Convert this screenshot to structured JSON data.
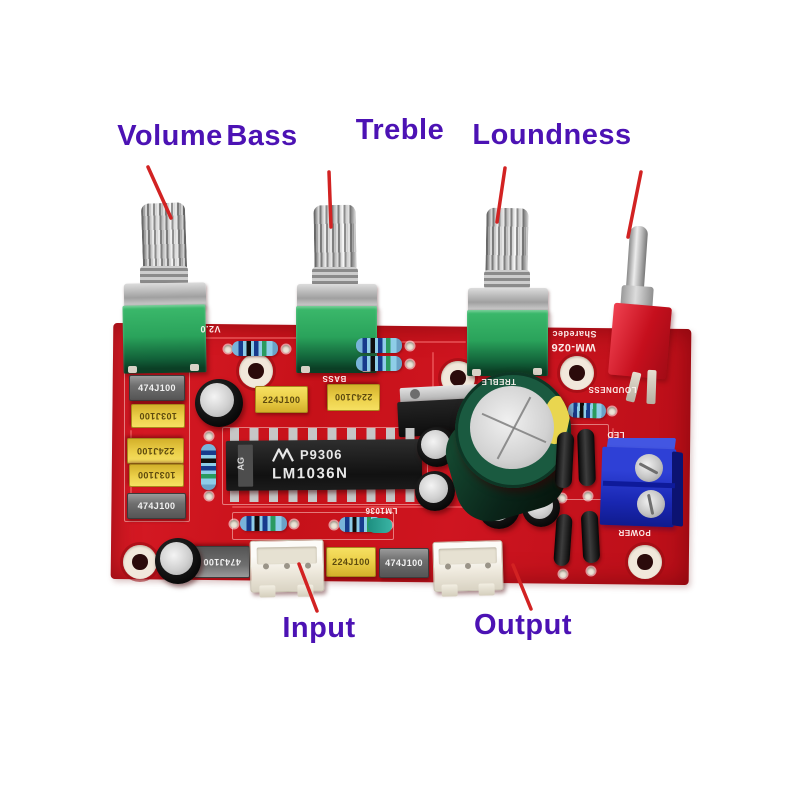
{
  "annotations": {
    "label_color": "#4c12b4",
    "arrow_color": "#d22222",
    "volume": "Volume",
    "bass": "Bass",
    "treble": "Treble",
    "loudness": "Loundness",
    "input": "Input",
    "output": "Output"
  },
  "board": {
    "base_color": "#cc141f",
    "silkscreen": {
      "version": "V2.0",
      "bass": "BASS",
      "treble": "TREBLE",
      "brand": "Sharedec",
      "model": "WM-026",
      "loudness": "LOUDNESS",
      "ic": "LM1036",
      "led": "LED",
      "power": "POWER"
    },
    "ic": {
      "date_code": "P9306",
      "part_number": "LM1036N",
      "side_mark": "AG"
    },
    "capacitor_labels": {
      "c474": "474J100",
      "c224": "224J100",
      "c103": "103J100"
    }
  }
}
